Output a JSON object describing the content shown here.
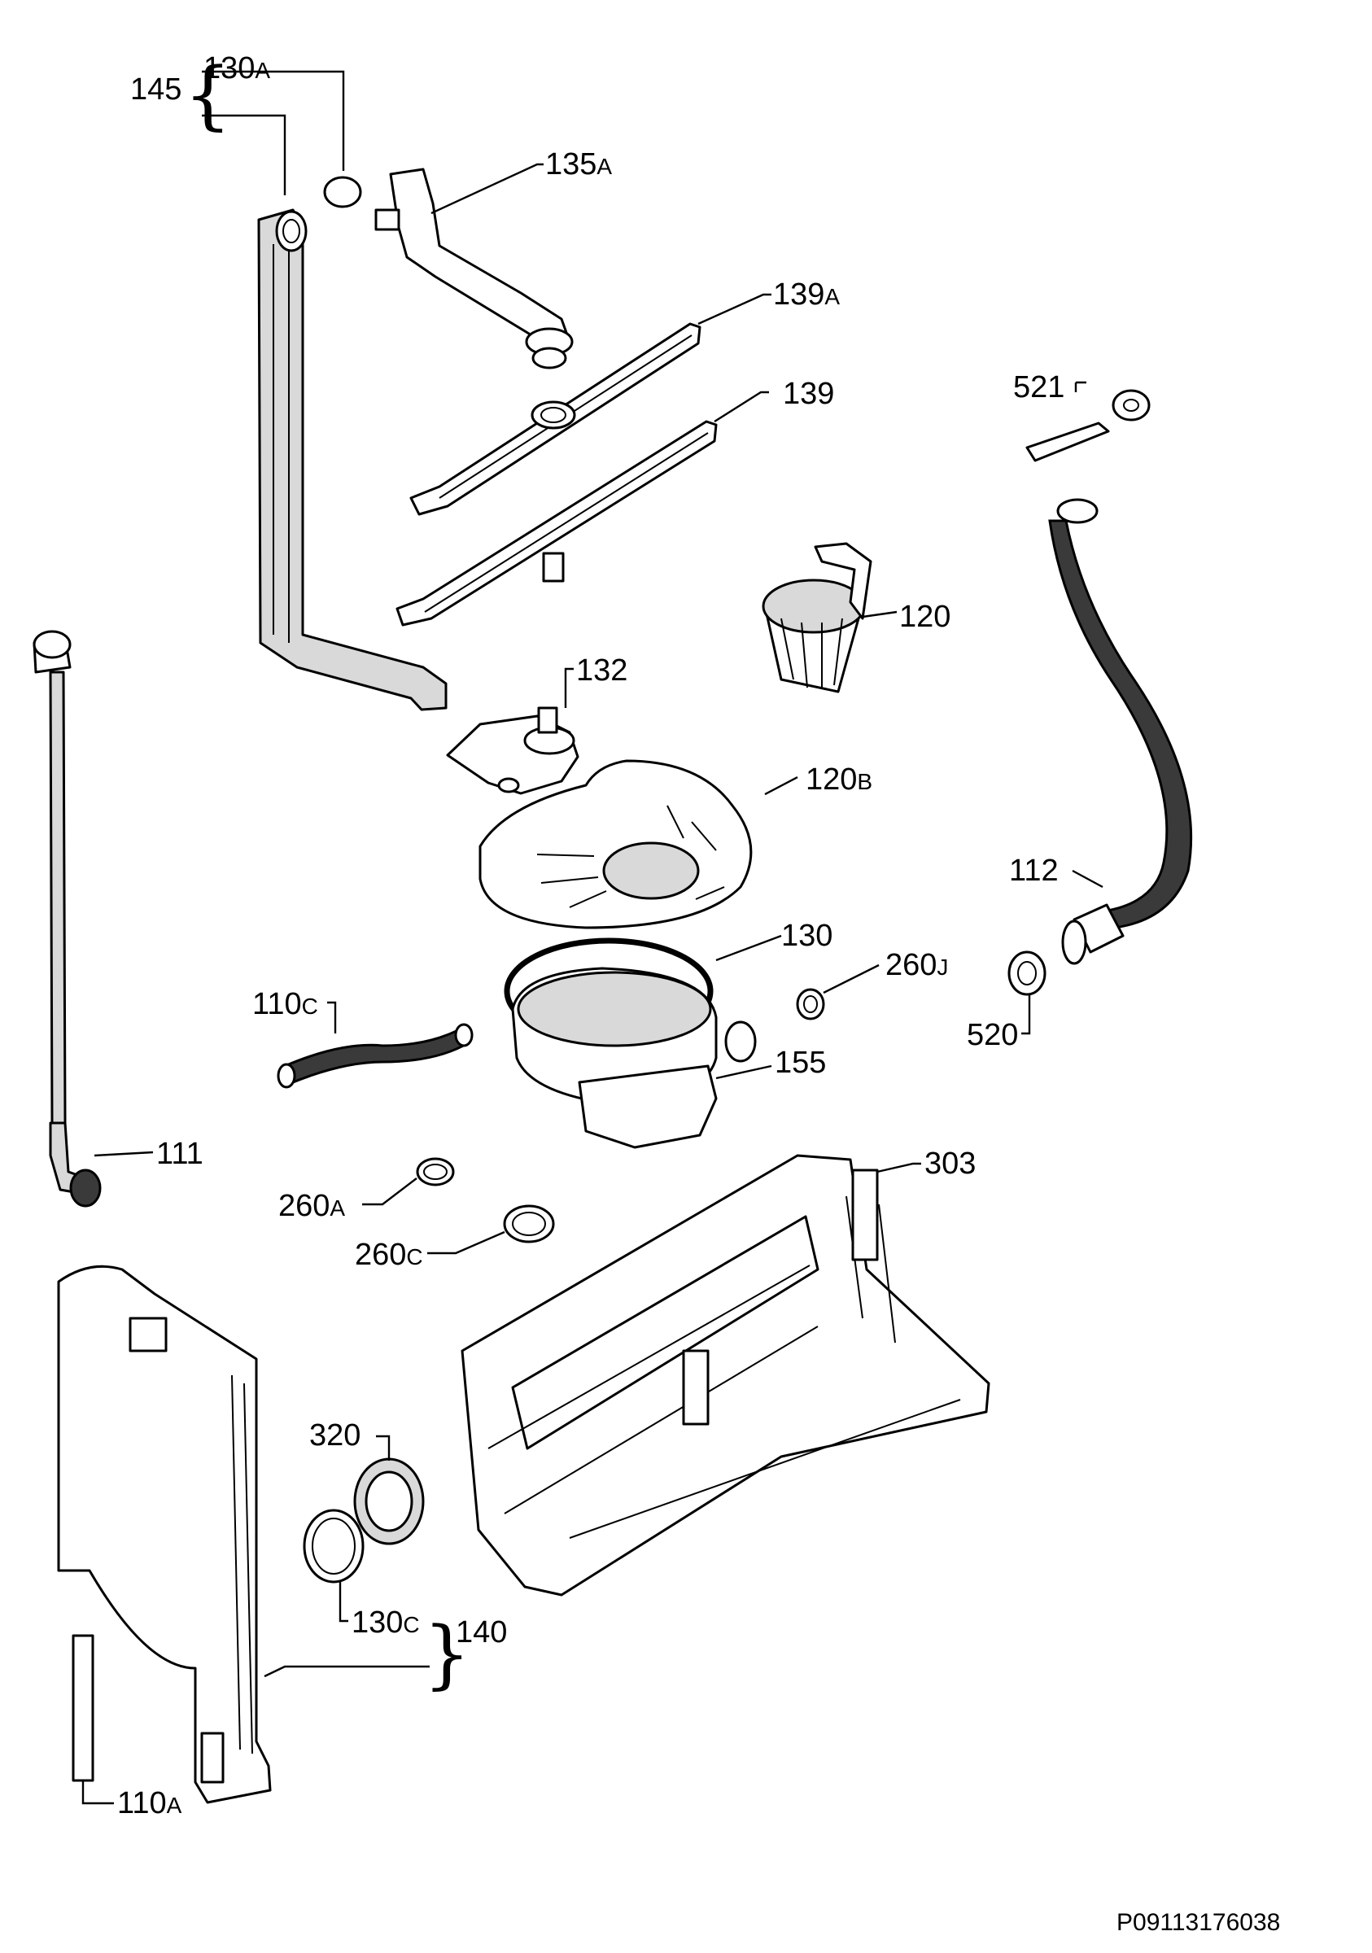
{
  "labels": {
    "l145": "145",
    "l130a_num": "130",
    "l130a_sfx": "A",
    "l135a_num": "135",
    "l135a_sfx": "A",
    "l139a_num": "139",
    "l139a_sfx": "A",
    "l139": "139",
    "l521": "521",
    "l120": "120",
    "l132": "132",
    "l120b_num": "120",
    "l120b_sfx": "B",
    "l112": "112",
    "l130": "130",
    "l260j_num": "260",
    "l260j_sfx": "J",
    "l110c_num": "110",
    "l110c_sfx": "C",
    "l520": "520",
    "l155": "155",
    "l111": "111",
    "l303": "303",
    "l260a_num": "260",
    "l260a_sfx": "A",
    "l260c_num": "260",
    "l260c_sfx": "C",
    "l320": "320",
    "l130c_num": "130",
    "l130c_sfx": "C",
    "l140": "140",
    "l110a_num": "110",
    "l110a_sfx": "A"
  },
  "drawing_code": "P09113176038"
}
